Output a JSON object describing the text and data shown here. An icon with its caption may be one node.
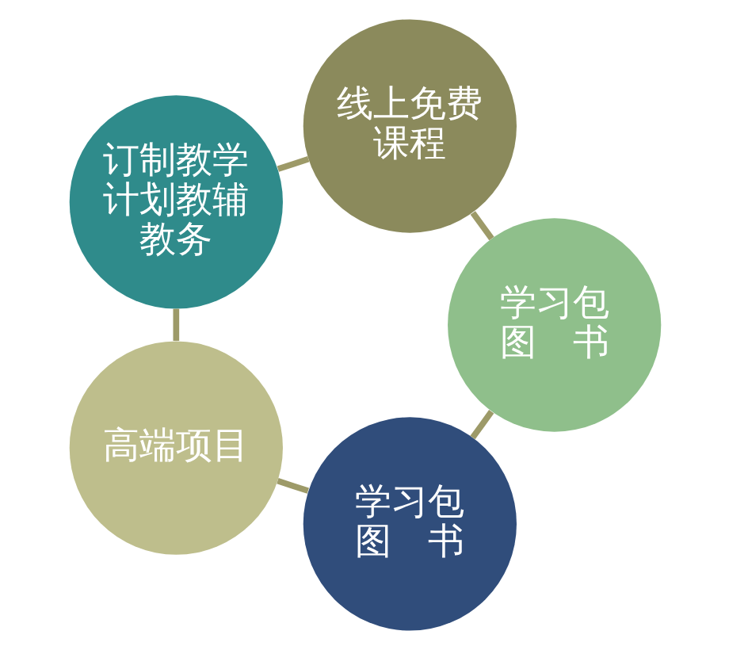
{
  "diagram": {
    "nodes": [
      {
        "text": [
          "线上免费课程"
        ]
      },
      {
        "text": [
          "订制教学计划教辅教务"
        ]
      },
      {
        "text": [
          "高端项目"
        ]
      },
      {
        "text": [
          "学习包图　书"
        ]
      },
      {
        "text": [
          "学习包图　书"
        ]
      }
    ],
    "edges": [
      {
        "from": 0,
        "to": 4,
        "arrow": "none"
      },
      {
        "from": 4,
        "to": 3,
        "arrow": "none"
      },
      {
        "from": 3,
        "to": 2,
        "arrow": "none"
      },
      {
        "from": 2,
        "to": 1,
        "arrow": "none"
      },
      {
        "from": 1,
        "to": 0,
        "arrow": "none"
      }
    ]
  }
}
